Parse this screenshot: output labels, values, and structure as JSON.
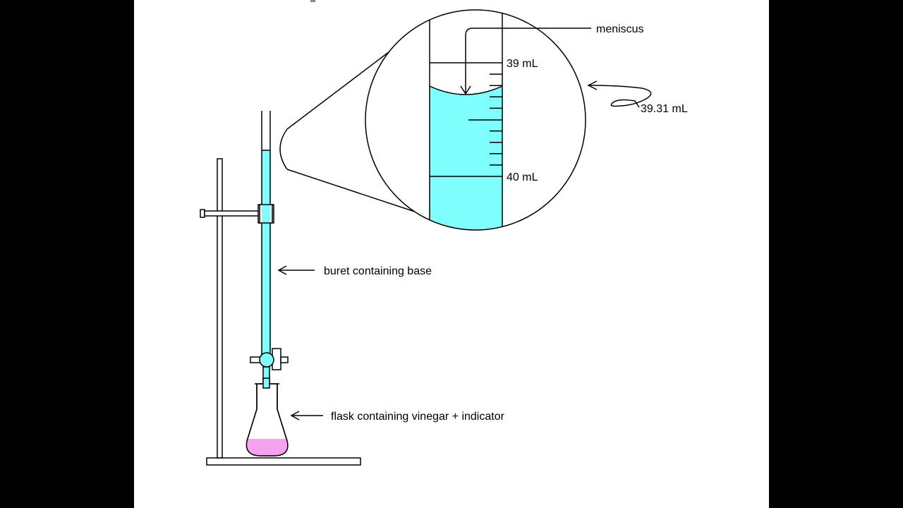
{
  "labels": {
    "meniscus": "meniscus",
    "reading": "39.31 mL",
    "scale_top": "39 mL",
    "scale_bottom": "40 mL",
    "buret": "buret containing base",
    "flask": "flask containing vinegar + indicator"
  },
  "colors": {
    "base_solution": "#80ffff",
    "flask_solution": "#f5a3f0",
    "line": "#000000",
    "background": "#ffffff",
    "letterbox": "#000000"
  }
}
